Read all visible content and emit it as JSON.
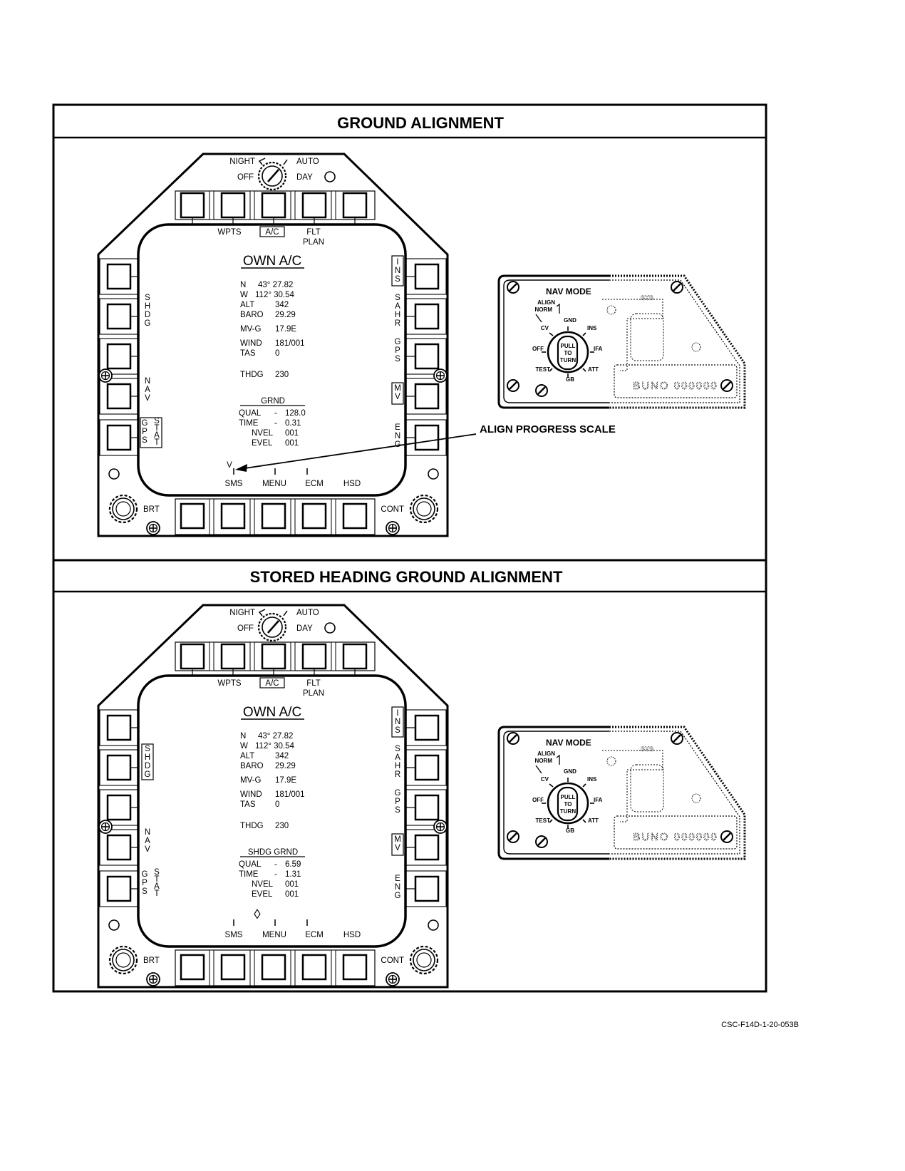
{
  "sections": [
    {
      "title": "GROUND ALIGNMENT",
      "ddi": {
        "knob": {
          "night": "NIGHT",
          "auto": "AUTO",
          "off": "OFF",
          "day": "DAY"
        },
        "top_labels": [
          "WPTS",
          "A/C",
          "FLT",
          "PLAN"
        ],
        "screen_title": "OWN A/C",
        "data_lines": [
          [
            "N",
            "43° 27.82"
          ],
          [
            "W",
            "112° 30.54"
          ],
          [
            "ALT",
            "342"
          ],
          [
            "BARO",
            "29.29"
          ],
          [
            "MV-G",
            "17.9E"
          ],
          [
            "WIND",
            "181/001"
          ],
          [
            "TAS",
            "0"
          ],
          [
            "THDG",
            "230"
          ]
        ],
        "align_header": "GRND",
        "qual_label": "QUAL",
        "qual_dash": "-",
        "qual_value": "128.0",
        "time_label": "TIME",
        "time_dash": "-",
        "time_value": "0.31",
        "nvel_label": "NVEL",
        "nvel_value": "001",
        "evel_label": "EVEL",
        "evel_value": "001",
        "left_labels": [
          "S",
          "H",
          "D",
          "G",
          "N",
          "A",
          "V",
          "G",
          "P",
          "S",
          "S",
          "T",
          "A",
          "T"
        ],
        "right_labels": [
          "I",
          "N",
          "S",
          "S",
          "A",
          "H",
          "R",
          "G",
          "P",
          "S",
          "M",
          "V",
          "E",
          "N",
          "G"
        ],
        "bottom_labels": [
          "SMS",
          "MENU",
          "ECM",
          "HSD"
        ],
        "brt": "BRT",
        "cont": "CONT",
        "progress_marker": "V"
      },
      "callout": "ALIGN PROGRESS SCALE",
      "nav_panel": {
        "title": "NAV MODE",
        "positions": [
          "ALIGN",
          "NORM",
          "GND",
          "CV",
          "INS",
          "OFF",
          "IFA",
          "TEST",
          "ATT",
          "GB"
        ],
        "knob_text": [
          "PULL",
          "TO",
          "TURN"
        ],
        "plate": "BUNO 000000",
        "sys": "SYS"
      }
    },
    {
      "title": "STORED HEADING GROUND ALIGNMENT",
      "ddi": {
        "knob": {
          "night": "NIGHT",
          "auto": "AUTO",
          "off": "OFF",
          "day": "DAY"
        },
        "top_labels": [
          "WPTS",
          "A/C",
          "FLT",
          "PLAN"
        ],
        "screen_title": "OWN A/C",
        "data_lines": [
          [
            "N",
            "43° 27.82"
          ],
          [
            "W",
            "112° 30.54"
          ],
          [
            "ALT",
            "342"
          ],
          [
            "BARO",
            "29.29"
          ],
          [
            "MV-G",
            "17.9E"
          ],
          [
            "WIND",
            "181/001"
          ],
          [
            "TAS",
            "0"
          ],
          [
            "THDG",
            "230"
          ]
        ],
        "align_header": "SHDG GRND",
        "qual_label": "QUAL",
        "qual_dash": "-",
        "qual_value": "6.59",
        "time_label": "TIME",
        "time_dash": "-",
        "time_value": "1.31",
        "nvel_label": "NVEL",
        "nvel_value": "001",
        "evel_label": "EVEL",
        "evel_value": "001",
        "left_labels": [
          "S",
          "H",
          "D",
          "G",
          "N",
          "A",
          "V",
          "G",
          "P",
          "S",
          "S",
          "T",
          "A",
          "T"
        ],
        "right_labels": [
          "I",
          "N",
          "S",
          "S",
          "A",
          "H",
          "R",
          "G",
          "P",
          "S",
          "M",
          "V",
          "E",
          "N",
          "G"
        ],
        "bottom_labels": [
          "SMS",
          "MENU",
          "ECM",
          "HSD"
        ],
        "brt": "BRT",
        "cont": "CONT",
        "progress_marker": "◊"
      },
      "nav_panel": {
        "title": "NAV MODE",
        "positions": [
          "ALIGN",
          "NORM",
          "GND",
          "CV",
          "INS",
          "OFF",
          "IFA",
          "TEST",
          "ATT",
          "GB"
        ],
        "knob_text": [
          "PULL",
          "TO",
          "TURN"
        ],
        "plate": "BUNO 000000",
        "sys": "SYS"
      }
    }
  ],
  "figure_id": "CSC-F14D-1-20-053B"
}
